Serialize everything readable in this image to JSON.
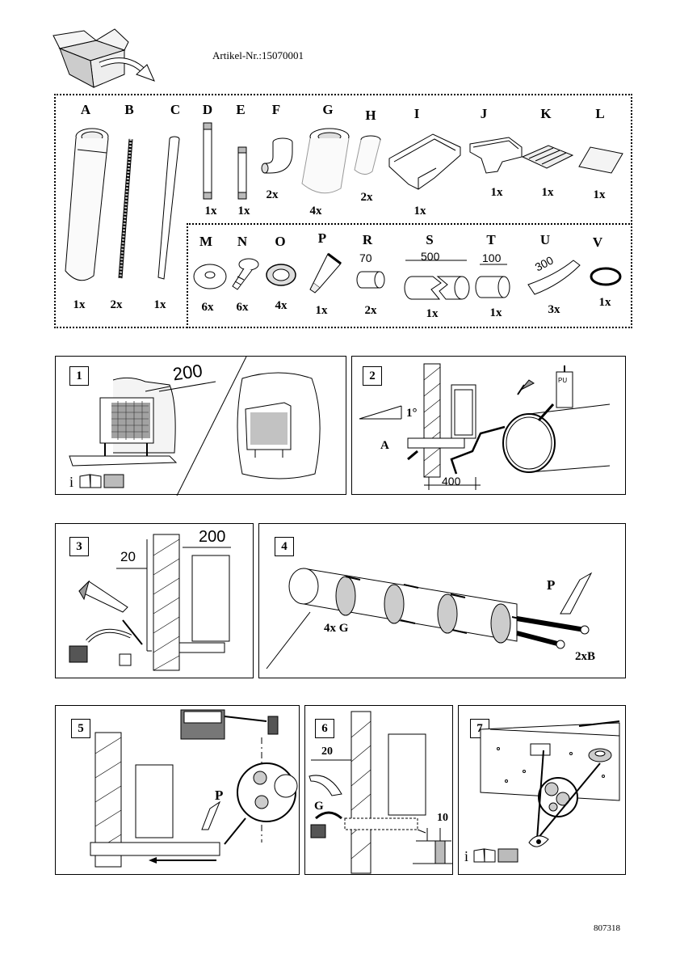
{
  "header": {
    "article_number": "Artikel-Nr.:15070001",
    "box_icon": "open-box-icon"
  },
  "parts_top": [
    {
      "letter": "A",
      "qty": "1x"
    },
    {
      "letter": "B",
      "qty": "2x"
    },
    {
      "letter": "C",
      "qty": "1x"
    },
    {
      "letter": "D",
      "qty": "1x"
    },
    {
      "letter": "E",
      "qty": "1x"
    },
    {
      "letter": "F",
      "qty": "2x"
    },
    {
      "letter": "G",
      "qty": "4x"
    },
    {
      "letter": "H",
      "qty": "2x"
    },
    {
      "letter": "I",
      "qty": "1x"
    },
    {
      "letter": "J",
      "qty": "1x"
    },
    {
      "letter": "K",
      "qty": "1x"
    },
    {
      "letter": "L",
      "qty": "1x"
    }
  ],
  "parts_bottom": [
    {
      "letter": "M",
      "qty": "6x"
    },
    {
      "letter": "N",
      "qty": "6x"
    },
    {
      "letter": "O",
      "qty": "4x"
    },
    {
      "letter": "P",
      "qty": "1x"
    },
    {
      "letter": "R",
      "qty": "2x",
      "dim": "70"
    },
    {
      "letter": "S",
      "qty": "1x",
      "dim": "500"
    },
    {
      "letter": "T",
      "qty": "1x",
      "dim": "100"
    },
    {
      "letter": "U",
      "qty": "3x",
      "dim": "300"
    },
    {
      "letter": "V",
      "qty": "1x"
    }
  ],
  "steps": {
    "s1": {
      "num": "1",
      "dim": "200",
      "info": "i"
    },
    "s2": {
      "num": "2",
      "angle": "1°",
      "part": "A",
      "dim": "400",
      "foam_label": "PU"
    },
    "s3": {
      "num": "3",
      "dim_a": "20",
      "dim_b": "200"
    },
    "s4": {
      "num": "4",
      "label_p": "P",
      "label_g": "4x G",
      "label_b": "2xB"
    },
    "s5": {
      "num": "5",
      "label_p": "P"
    },
    "s6": {
      "num": "6",
      "dim_a": "20",
      "label_g": "G",
      "dim_b": "10"
    },
    "s7": {
      "num": "7",
      "info": "i"
    }
  },
  "footer": {
    "code": "807318"
  }
}
